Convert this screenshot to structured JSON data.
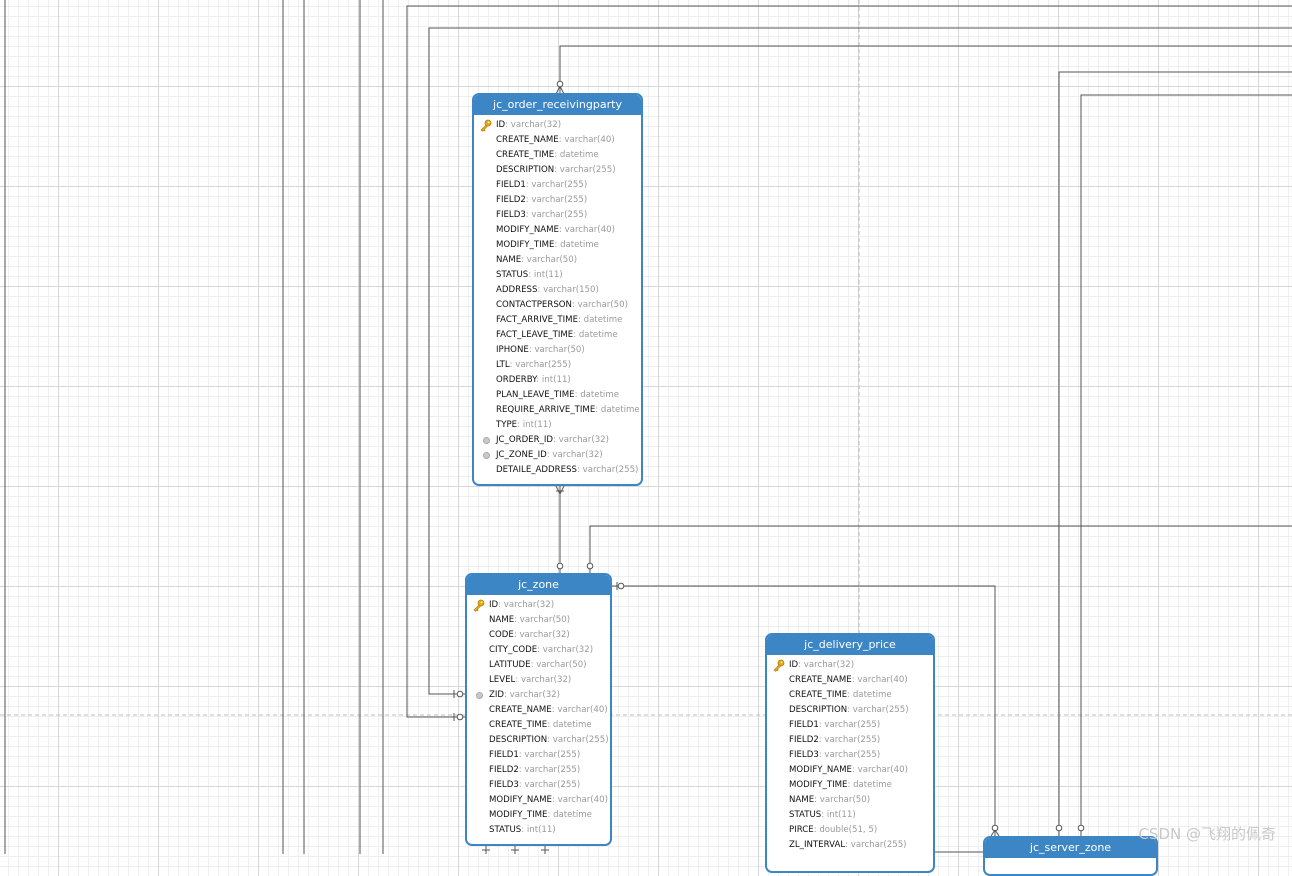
{
  "colors": {
    "header": "#3d86c6",
    "border": "#3d86c6",
    "line": "#555555",
    "type_text": "#9a9a9a"
  },
  "watermark": "CSDN @飞翔的佩奇",
  "entities": {
    "order_receivingparty": {
      "title": "jc_order_receivingparty",
      "fields": [
        {
          "name": "ID",
          "type": ": varchar(32)",
          "icon": "key"
        },
        {
          "name": "CREATE_NAME",
          "type": ": varchar(40)"
        },
        {
          "name": "CREATE_TIME",
          "type": ": datetime"
        },
        {
          "name": "DESCRIPTION",
          "type": ": varchar(255)"
        },
        {
          "name": "FIELD1",
          "type": ": varchar(255)"
        },
        {
          "name": "FIELD2",
          "type": ": varchar(255)"
        },
        {
          "name": "FIELD3",
          "type": ": varchar(255)"
        },
        {
          "name": "MODIFY_NAME",
          "type": ": varchar(40)"
        },
        {
          "name": "MODIFY_TIME",
          "type": ": datetime"
        },
        {
          "name": "NAME",
          "type": ": varchar(50)"
        },
        {
          "name": "STATUS",
          "type": ": int(11)"
        },
        {
          "name": "ADDRESS",
          "type": ": varchar(150)"
        },
        {
          "name": "CONTACTPERSON",
          "type": ": varchar(50)"
        },
        {
          "name": "FACT_ARRIVE_TIME",
          "type": ": datetime"
        },
        {
          "name": "FACT_LEAVE_TIME",
          "type": ": datetime"
        },
        {
          "name": "IPHONE",
          "type": ": varchar(50)"
        },
        {
          "name": "LTL",
          "type": ": varchar(255)"
        },
        {
          "name": "ORDERBY",
          "type": ": int(11)"
        },
        {
          "name": "PLAN_LEAVE_TIME",
          "type": ": datetime"
        },
        {
          "name": "REQUIRE_ARRIVE_TIME",
          "type": ": datetime"
        },
        {
          "name": "TYPE",
          "type": ": int(11)"
        },
        {
          "name": "JC_ORDER_ID",
          "type": ": varchar(32)",
          "icon": "fk"
        },
        {
          "name": "JC_ZONE_ID",
          "type": ": varchar(32)",
          "icon": "fk"
        },
        {
          "name": "DETAILE_ADDRESS",
          "type": ": varchar(255)"
        }
      ]
    },
    "zone": {
      "title": "jc_zone",
      "fields": [
        {
          "name": "ID",
          "type": ": varchar(32)",
          "icon": "key"
        },
        {
          "name": "NAME",
          "type": ": varchar(50)"
        },
        {
          "name": "CODE",
          "type": ": varchar(32)"
        },
        {
          "name": "CITY_CODE",
          "type": ": varchar(32)"
        },
        {
          "name": "LATITUDE",
          "type": ": varchar(50)"
        },
        {
          "name": "LEVEL",
          "type": ": varchar(32)"
        },
        {
          "name": "ZID",
          "type": ": varchar(32)",
          "icon": "fk"
        },
        {
          "name": "CREATE_NAME",
          "type": ": varchar(40)"
        },
        {
          "name": "CREATE_TIME",
          "type": ": datetime"
        },
        {
          "name": "DESCRIPTION",
          "type": ": varchar(255)"
        },
        {
          "name": "FIELD1",
          "type": ": varchar(255)"
        },
        {
          "name": "FIELD2",
          "type": ": varchar(255)"
        },
        {
          "name": "FIELD3",
          "type": ": varchar(255)"
        },
        {
          "name": "MODIFY_NAME",
          "type": ": varchar(40)"
        },
        {
          "name": "MODIFY_TIME",
          "type": ": datetime"
        },
        {
          "name": "STATUS",
          "type": ": int(11)"
        }
      ]
    },
    "delivery_price": {
      "title": "jc_delivery_price",
      "fields": [
        {
          "name": "ID",
          "type": ": varchar(32)",
          "icon": "key"
        },
        {
          "name": "CREATE_NAME",
          "type": ": varchar(40)"
        },
        {
          "name": "CREATE_TIME",
          "type": ": datetime"
        },
        {
          "name": "DESCRIPTION",
          "type": ": varchar(255)"
        },
        {
          "name": "FIELD1",
          "type": ": varchar(255)"
        },
        {
          "name": "FIELD2",
          "type": ": varchar(255)"
        },
        {
          "name": "FIELD3",
          "type": ": varchar(255)"
        },
        {
          "name": "MODIFY_NAME",
          "type": ": varchar(40)"
        },
        {
          "name": "MODIFY_TIME",
          "type": ": datetime"
        },
        {
          "name": "NAME",
          "type": ": varchar(50)"
        },
        {
          "name": "STATUS",
          "type": ": int(11)"
        },
        {
          "name": "PIRCE",
          "type": ": double(51, 5)"
        },
        {
          "name": "ZL_INTERVAL",
          "type": ": varchar(255)"
        }
      ]
    },
    "server_zone": {
      "title": "jc_server_zone",
      "fields": []
    }
  }
}
